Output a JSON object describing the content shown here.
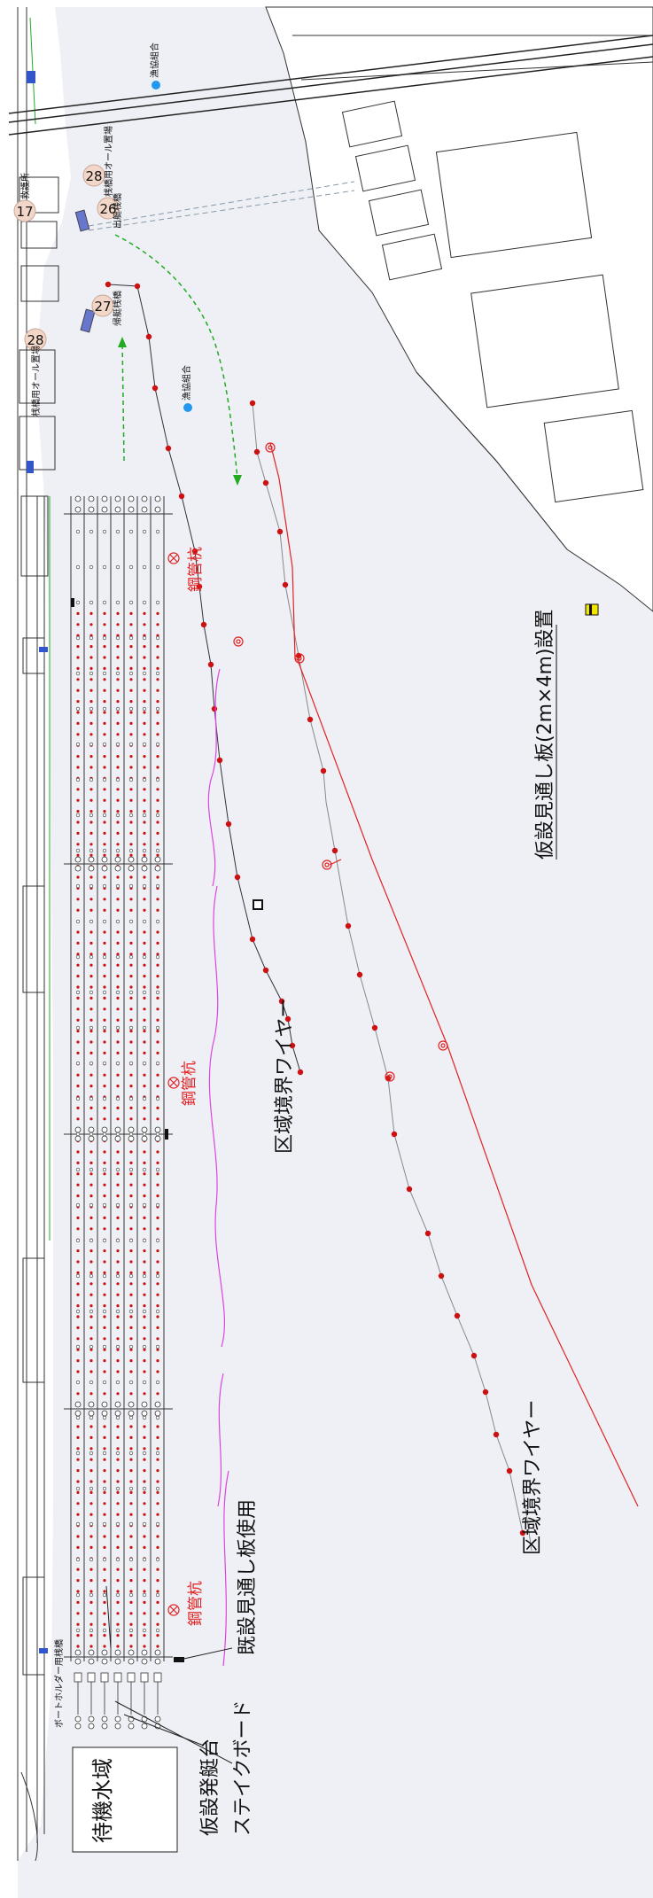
{
  "labels": {
    "waiting_area": "待機水域",
    "temp_start_platform": "仮設発艇台",
    "stake_boat": "ステイクボード",
    "existing_sightline_board": "既設見通し板使用",
    "boundary_wire_1": "区域境界ワイヤー",
    "boundary_wire_2": "区域境界ワイヤー",
    "temp_sightline_board": "仮設見通し板(2m×4m)設置",
    "steel_pile_1": "鋼管杭",
    "steel_pile_2": "鋼管杭",
    "steel_pile_3": "鋼管杭",
    "fisheries_coop_1": "漁協組合",
    "fisheries_coop_2": "漁協組合",
    "rescue_station": "救護所",
    "oar_storage_1": "桟橋用オール置場",
    "oar_storage_2": "桟橋用オール置場",
    "departure_pier": "出艇桟橋",
    "return_pier": "帰艇桟橋",
    "boat_holder_pier": "ボートホルダー用桟橋"
  },
  "markers": {
    "m17": "17",
    "m26": "26",
    "m27": "27",
    "m28a": "28",
    "m28b": "28"
  },
  "colors": {
    "water": "#eef0f6",
    "land": "#ffffff",
    "buoy": "#cc1111",
    "lane_line": "#333333",
    "boundary_red": "#e22222",
    "magenta": "#dd44dd",
    "green_arrow": "#22aa22",
    "marker_fill": "#f2d6c8",
    "coop_dot": "#2299ee",
    "sign_yellow": "#f2e600"
  }
}
